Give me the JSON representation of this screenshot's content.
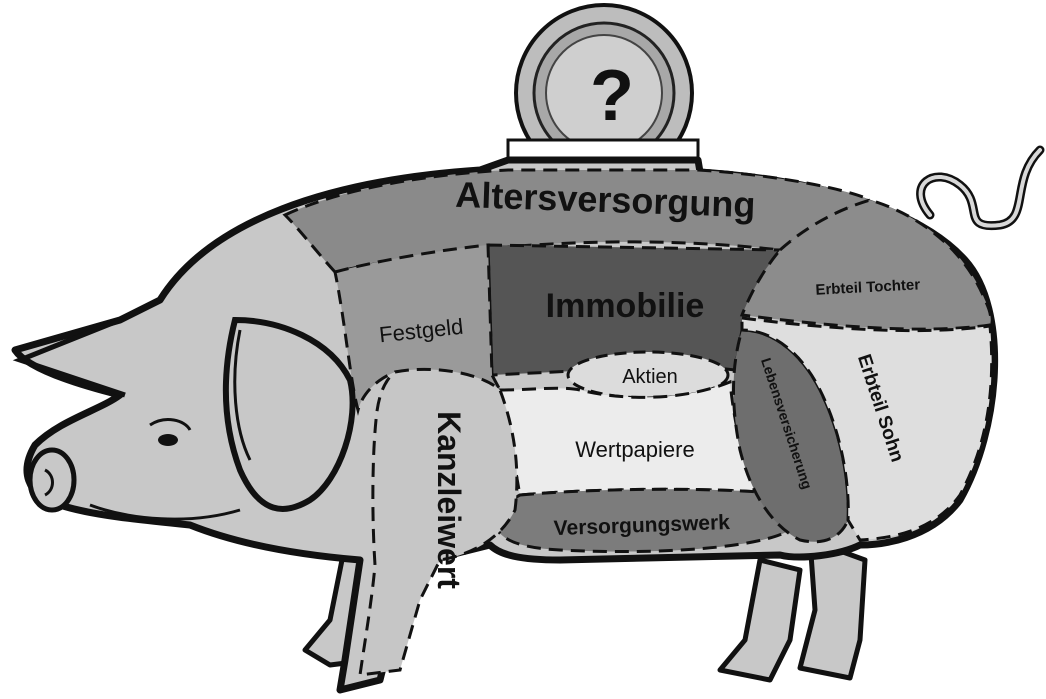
{
  "diagram": {
    "sections": {
      "top": "Altersversorgung",
      "center": "Immobilie",
      "left_middle": "Festgeld",
      "small_center": "Aktien",
      "front_leg": "Kanzleiwert",
      "belly": "Wertpapiere",
      "bottom": "Versorgungswerk",
      "hind_leg": "Lebensversicherung",
      "rump_top": "Erbteil Tochter",
      "rump": "Erbteil Sohn"
    },
    "coin_symbol": "?",
    "colors": {
      "body": "#c8c8c8",
      "outline": "#111111",
      "top": "#8a8a8a",
      "center": "#555555",
      "left_middle": "#9a9a9a",
      "small_center": "#dcdcdc",
      "front_leg": "#c6c6c6",
      "belly": "#ececec",
      "bottom": "#7c7c7c",
      "hind_leg": "#6e6e6e",
      "rump_top": "#8c8c8c",
      "rump": "#dedede",
      "coin": "#bdbdbd"
    }
  }
}
